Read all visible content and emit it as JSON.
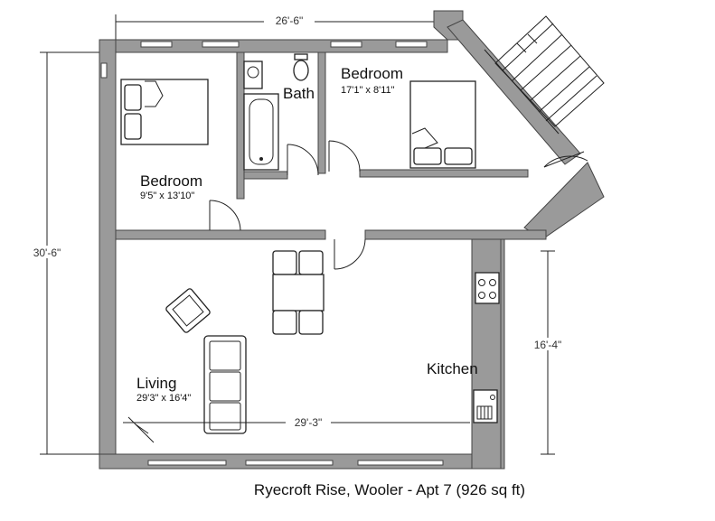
{
  "plan": {
    "caption": "Ryecroft Rise, Wooler - Apt 7 (926 sq ft)",
    "overall_width": "26'-6\"",
    "overall_height": "30'-6\"",
    "kitchen_height": "16'-4\"",
    "living_width": "29'-3\""
  },
  "rooms": {
    "bedroom1": {
      "name": "Bedroom",
      "dims": "9'5\" x 13'10\""
    },
    "bath": {
      "name": "Bath"
    },
    "bedroom2": {
      "name": "Bedroom",
      "dims": "17'1\" x 8'11\""
    },
    "living": {
      "name": "Living",
      "dims": "29'3\" x 16'4\""
    },
    "kitchen": {
      "name": "Kitchen"
    }
  },
  "colors": {
    "wall": "#9a9a9a",
    "line": "#222222"
  }
}
